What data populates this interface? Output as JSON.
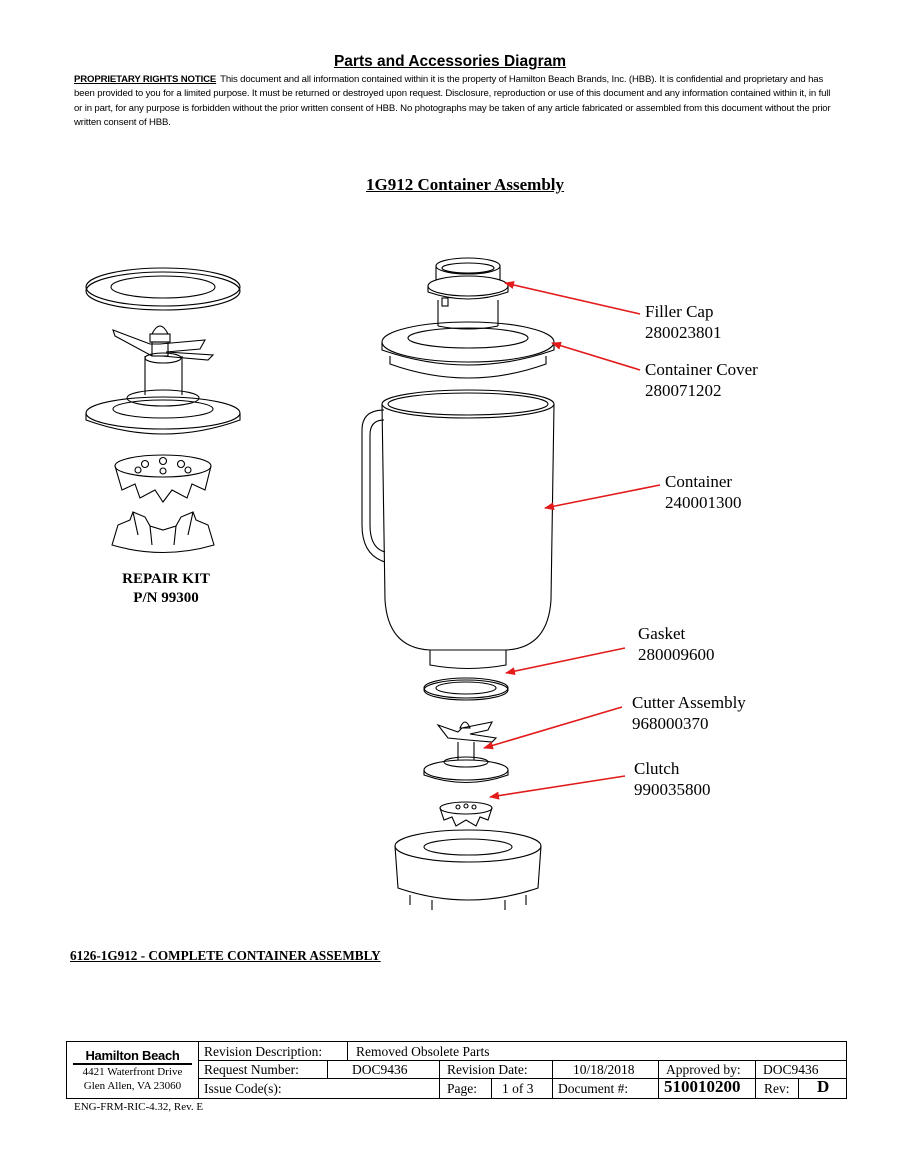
{
  "header": {
    "title": "Parts and Accessories Diagram",
    "notice_label": "PROPRIETARY RIGHTS NOTICE",
    "notice_text": "This document and all information contained within it is the property of Hamilton Beach Brands, Inc. (HBB). It is confidential and proprietary and has been provided to you for a limited purpose. It must be returned or destroyed upon request. Disclosure, reproduction or use of this document and any information contained within it, in full or in part, for any purpose is forbidden without the prior written consent of HBB. No photographs may be taken of any article fabricated or assembled from this document without the prior written consent of HBB."
  },
  "assembly_title": "1G912 Container Assembly",
  "parts": [
    {
      "name": "Filler Cap",
      "number": "280023801"
    },
    {
      "name": "Container Cover",
      "number": "280071202"
    },
    {
      "name": "Container",
      "number": "240001300"
    },
    {
      "name": "Gasket",
      "number": "280009600"
    },
    {
      "name": "Cutter Assembly",
      "number": "968000370"
    },
    {
      "name": "Clutch",
      "number": "990035800"
    }
  ],
  "repair_kit": {
    "label": "REPAIR KIT",
    "part_number": "P/N 99300"
  },
  "complete_assembly": "6126-1G912 - COMPLETE CONTAINER ASSEMBLY",
  "footer": {
    "company": "Hamilton Beach",
    "address_line1": "4421 Waterfront Drive",
    "address_line2": "Glen Allen, VA  23060",
    "revision_description_label": "Revision Description:",
    "revision_description": "Removed Obsolete Parts",
    "request_number_label": "Request Number:",
    "request_number": "DOC9436",
    "revision_date_label": "Revision Date:",
    "revision_date": "10/18/2018",
    "approved_by_label": "Approved by:",
    "approved_by": "DOC9436",
    "issue_codes_label": "Issue Code(s):",
    "issue_codes": "",
    "page_label": "Page:",
    "page": "1 of 3",
    "document_label": "Document #:",
    "document_number": "510010200",
    "rev_label": "Rev:",
    "rev": "D"
  },
  "form_id": "ENG-FRM-RIC-4.32, Rev. E",
  "colors": {
    "arrow": "#e31b1b",
    "line": "#000000"
  }
}
